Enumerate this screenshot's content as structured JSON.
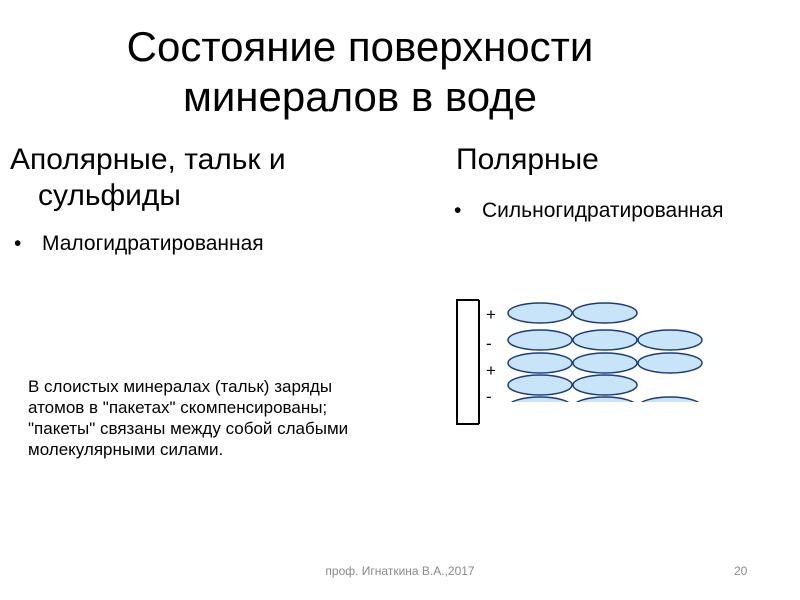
{
  "slide": {
    "title_line1": "Состояние поверхности",
    "title_line2": "минералов в воде"
  },
  "left": {
    "heading_line1": "Аполярные, тальк и",
    "heading_line2": "сульфиды",
    "bullet": "Малогидратированная"
  },
  "right": {
    "heading": "Полярные",
    "bullet": "Сильногидратированная"
  },
  "note": " В слоистых минералах (тальк) заряды\nатомов в \"пакетах\" скомпенсированы;\n\"пакеты\" связаны между собой слабыми\nмолекулярными силами.",
  "diagram": {
    "surface_charges": [
      "+",
      "-",
      "+",
      "-"
    ],
    "ellipse_fill": "#c8e4f8",
    "ellipse_stroke": "#1d3d7a"
  },
  "footer": {
    "author": "проф. Игнаткина В.А.,2017",
    "page_number": "20"
  }
}
